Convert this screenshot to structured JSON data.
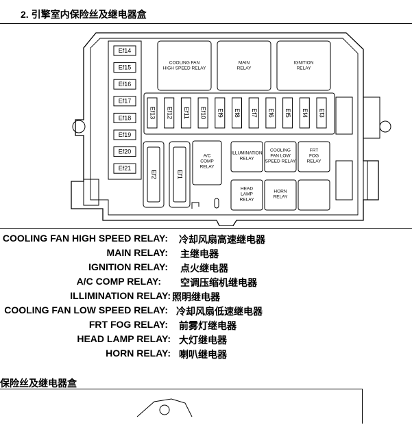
{
  "section_top": {
    "title": "2. 引擎室内保险丝及继电器盒"
  },
  "fuses_left": [
    "Ef14",
    "Ef15",
    "Ef16",
    "Ef17",
    "Ef18",
    "Ef19",
    "Ef20",
    "Ef21"
  ],
  "fuses_middle": [
    "Ef13",
    "Ef12",
    "Ef11",
    "Ef10",
    "Ef9",
    "Ef8",
    "Ef7",
    "Ef6",
    "Ef5",
    "Ef4",
    "Ef3"
  ],
  "fuses_vertical": [
    "Ef2",
    "Ef1"
  ],
  "relays": {
    "cooling_fan_high": [
      "COOLING FAN",
      "HIGH SPEED RELAY"
    ],
    "main": [
      "MAIN",
      "RELAY"
    ],
    "ignition": [
      "IGNITION",
      "RELAY"
    ],
    "ac_comp": [
      "A/C",
      "COMP",
      "RELAY"
    ],
    "illumination": [
      "ILLUMINATION",
      "RELAY"
    ],
    "cooling_fan_low": [
      "COOLING",
      "FAN LOW",
      "SPEED RELAY"
    ],
    "frt_fog": [
      "FRT",
      "FOG",
      "RELAY"
    ],
    "head_lamp": [
      "HEAD",
      "LAMP",
      "RELAY"
    ],
    "horn": [
      "HORN",
      "RELAY"
    ]
  },
  "legend": [
    {
      "key": "COOLING FAN HIGH SPEED RELAY:",
      "value": "冷却风扇高速继电器"
    },
    {
      "key": "MAIN RELAY:",
      "value": "主继电器"
    },
    {
      "key": "IGNITION RELAY:",
      "value": "点火继电器"
    },
    {
      "key": "A/C COMP RELAY:",
      "value": "空调压缩机继电器"
    },
    {
      "key": "ILLIMINATION RELAY:",
      "value": "照明继电器"
    },
    {
      "key": "COOLING FAN LOW SPEED RELAY:",
      "value": "冷却风扇低速继电器"
    },
    {
      "key": "FRT FOG RELAY:",
      "value": "前雾灯继电器"
    },
    {
      "key": "HEAD LAMP RELAY:",
      "value": "大灯继电器"
    },
    {
      "key": "HORN RELAY:",
      "value": "喇叭继电器"
    }
  ],
  "section_bottom": {
    "title": "保险丝及继电器盒"
  }
}
